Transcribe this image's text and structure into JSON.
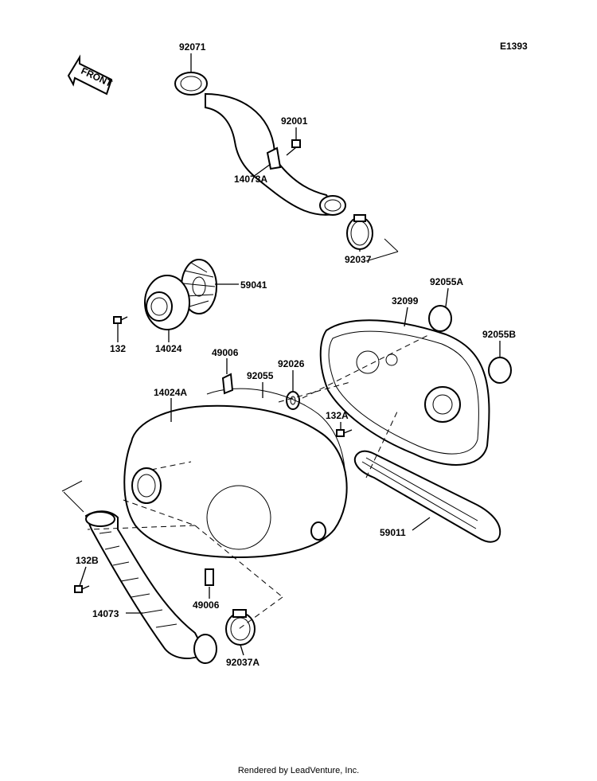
{
  "diagram_code": "E1393",
  "front_arrow_label": "FRONT",
  "footer": "Rendered by LeadVenture, Inc.",
  "parts": {
    "p92071": "92071",
    "p92001": "92001",
    "p14073A": "14073A",
    "p92037": "92037",
    "p59041": "59041",
    "p132": "132",
    "p14024": "14024",
    "p92055A": "92055A",
    "p32099": "32099",
    "p92055B": "92055B",
    "p49006_top": "49006",
    "p92026": "92026",
    "p92055": "92055",
    "p14024A": "14024A",
    "p132A": "132A",
    "p59011": "59011",
    "p132B": "132B",
    "p14073": "14073",
    "p49006_bottom": "49006",
    "p92037A": "92037A"
  }
}
